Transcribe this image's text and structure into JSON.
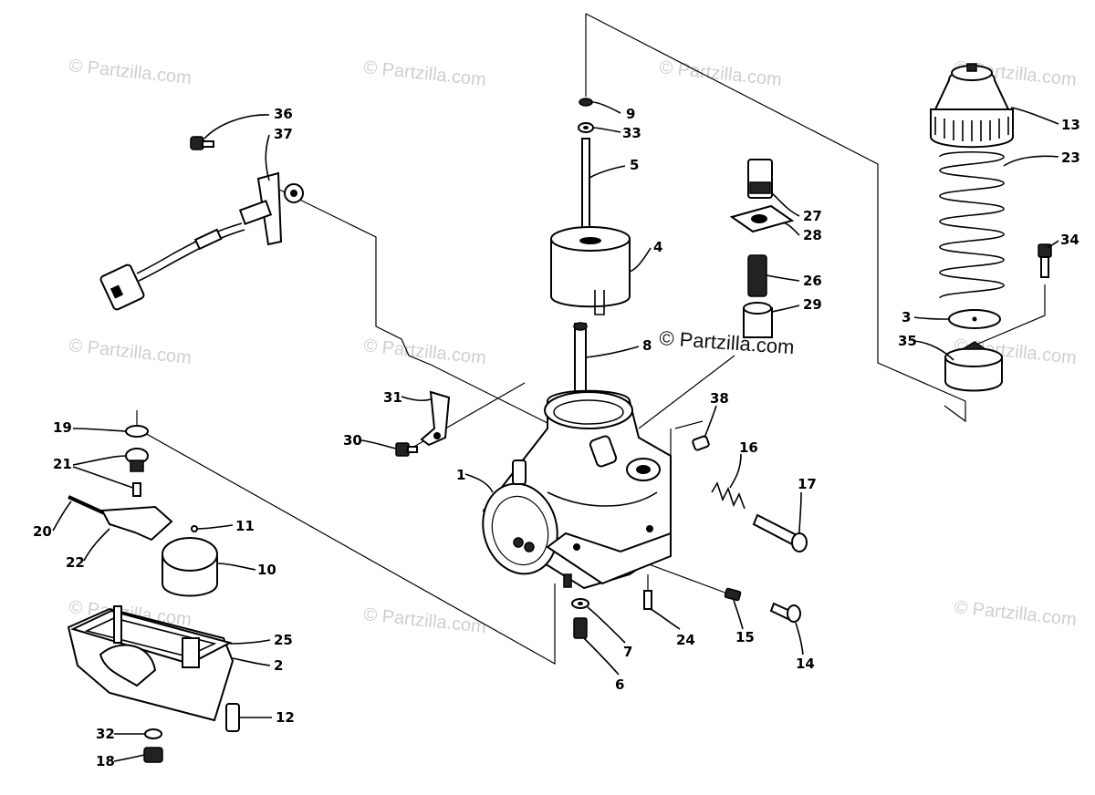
{
  "watermarks": [
    "© Partzilla.com",
    "© Partzilla.com",
    "© Partzilla.com",
    "© Partzilla.com",
    "© Partzilla.com",
    "© Partzilla.com",
    "© Partzilla.com",
    "© Partzilla.com",
    "© Partzilla.com",
    "© Partzilla.com"
  ],
  "main_watermark": "© Partzilla.com",
  "labels": {
    "p1": "1",
    "p2": "2",
    "p3": "3",
    "p4": "4",
    "p5": "5",
    "p6": "6",
    "p7": "7",
    "p8": "8",
    "p9": "9",
    "p10": "10",
    "p11": "11",
    "p12": "12",
    "p13": "13",
    "p14": "14",
    "p15": "15",
    "p16": "16",
    "p17": "17",
    "p18": "18",
    "p19": "19",
    "p20": "20",
    "p21": "21",
    "p22": "22",
    "p23": "23",
    "p24": "24",
    "p25": "25",
    "p26": "26",
    "p27": "27",
    "p28": "28",
    "p29": "29",
    "p30": "30",
    "p31": "31",
    "p32": "32",
    "p33": "33",
    "p34": "34",
    "p35": "35",
    "p36": "36",
    "p37": "37",
    "p38": "38"
  }
}
